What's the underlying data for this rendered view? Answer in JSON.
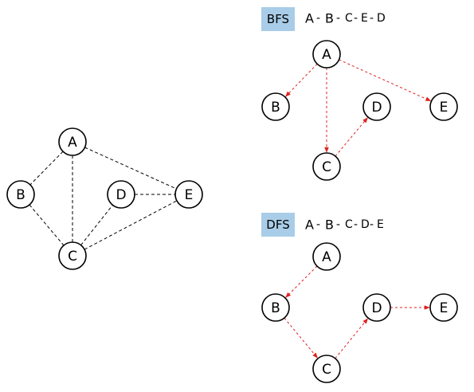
{
  "colors": {
    "arrow": "#e02020",
    "badge": "#a9cde8",
    "edge": "#000000"
  },
  "graph": {
    "nodes": [
      "A",
      "B",
      "C",
      "D",
      "E"
    ],
    "edges": [
      [
        "A",
        "B"
      ],
      [
        "A",
        "C"
      ],
      [
        "A",
        "E"
      ],
      [
        "B",
        "C"
      ],
      [
        "C",
        "D"
      ],
      [
        "C",
        "E"
      ],
      [
        "D",
        "E"
      ]
    ]
  },
  "bfs": {
    "badge": "BFS",
    "sequence": [
      "A",
      "B",
      "C",
      "E",
      "D"
    ],
    "separator": "-",
    "nodes": [
      "A",
      "B",
      "C",
      "D",
      "E"
    ],
    "edges": [
      [
        "A",
        "B"
      ],
      [
        "A",
        "C"
      ],
      [
        "A",
        "E"
      ],
      [
        "C",
        "D"
      ]
    ]
  },
  "dfs": {
    "badge": "DFS",
    "sequence": [
      "A",
      "B",
      "C",
      "D",
      "E"
    ],
    "separator": "-",
    "nodes": [
      "A",
      "B",
      "C",
      "D",
      "E"
    ],
    "edges": [
      [
        "A",
        "B"
      ],
      [
        "B",
        "C"
      ],
      [
        "C",
        "D"
      ],
      [
        "D",
        "E"
      ]
    ]
  }
}
